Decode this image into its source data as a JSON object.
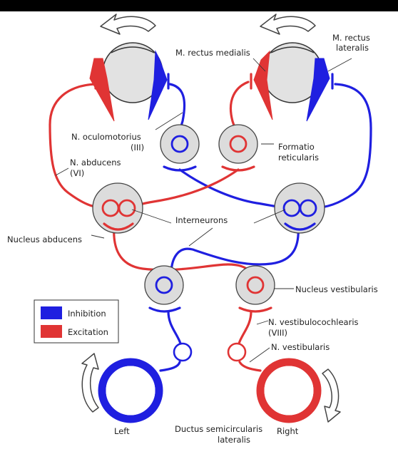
{
  "labels": {
    "rectus_medialis": "M. rectus medialis",
    "rectus_lateralis_1": "M. rectus",
    "rectus_lateralis_2": "lateralis",
    "oculomotorius_1": "N. oculomotorius",
    "oculomotorius_2": "(III)",
    "formatio_1": "Formatio",
    "formatio_2": "reticularis",
    "abducens_1": "N. abducens",
    "abducens_2": "(VI)",
    "interneurons": "Interneurons",
    "nucleus_abducens": "Nucleus abducens",
    "nucleus_vestibularis": "Nucleus vestibularis",
    "vestibulocochlearis_1": "N. vestibulocochlearis",
    "vestibulocochlearis_2": "(VIII)",
    "n_vestibularis": "N. vestibularis",
    "ductus_1": "Ductus semicircularis",
    "ductus_2": "lateralis",
    "left": "Left",
    "right": "Right"
  },
  "legend": {
    "items": [
      {
        "label": "Inhibition",
        "color": "#1f1fe0"
      },
      {
        "label": "Excitation",
        "color": "#e03434"
      }
    ]
  },
  "colors": {
    "inhibition": "#1f1fe0",
    "excitation": "#e03434",
    "nucleus_fill": "#dcdcdc"
  }
}
